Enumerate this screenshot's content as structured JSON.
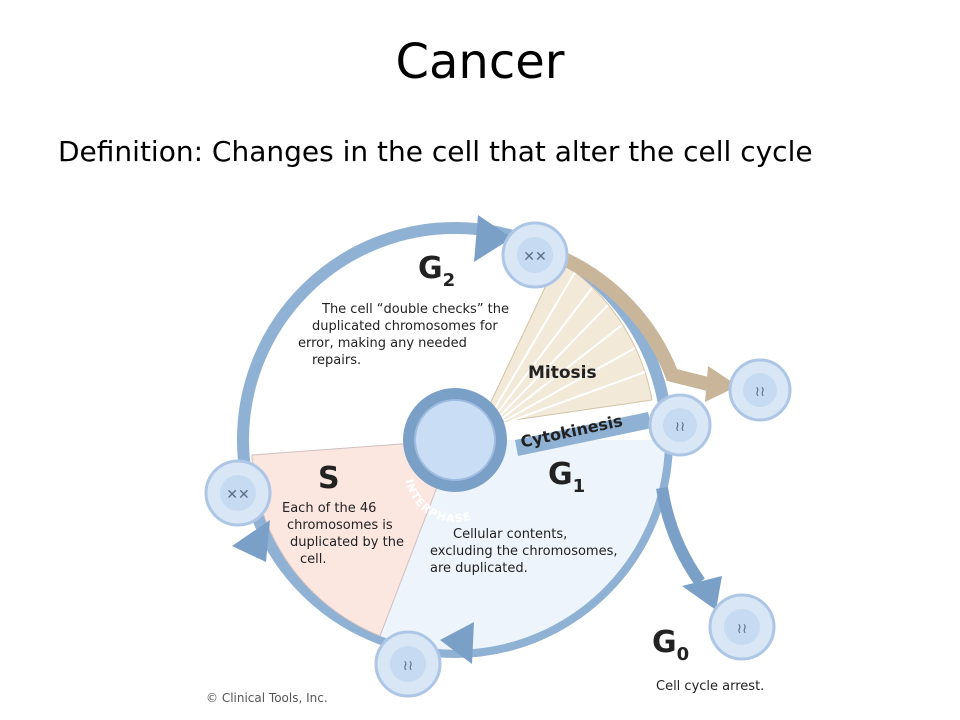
{
  "slide": {
    "title": "Cancer",
    "definition": "Definition:  Changes in the cell that alter the cell cycle"
  },
  "diagram": {
    "colors": {
      "arrow_blue": "#7ba0c8",
      "ring_blue": "#8fb1d4",
      "g1_fill": "#edf4fb",
      "s_fill": "#fbe6e0",
      "mitosis_fill": "#f2e9d8",
      "mitosis_arrow": "#c9b69a",
      "cell_fill": "#d9e6f6",
      "center_fill": "#c9def4"
    },
    "g2": {
      "letter": "G",
      "subscript": "2",
      "lines": [
        "The cell “double checks” the",
        "duplicated chromosomes for",
        "error, making any needed",
        "repairs."
      ]
    },
    "s": {
      "letter": "S",
      "lines": [
        "Each of the 46",
        "chromosomes is",
        "duplicated by the",
        "cell."
      ]
    },
    "g1": {
      "letter": "G",
      "subscript": "1",
      "lines": [
        "Cellular contents,",
        "excluding the chromosomes,",
        "are duplicated."
      ]
    },
    "g0": {
      "letter": "G",
      "subscript": "0",
      "caption": "Cell cycle arrest."
    },
    "mitosis_label": "Mitosis",
    "cytokinesis_label": "Cytokinesis",
    "interphase_label": "INTERPHASE",
    "copyright": "© Clinical Tools, Inc."
  }
}
